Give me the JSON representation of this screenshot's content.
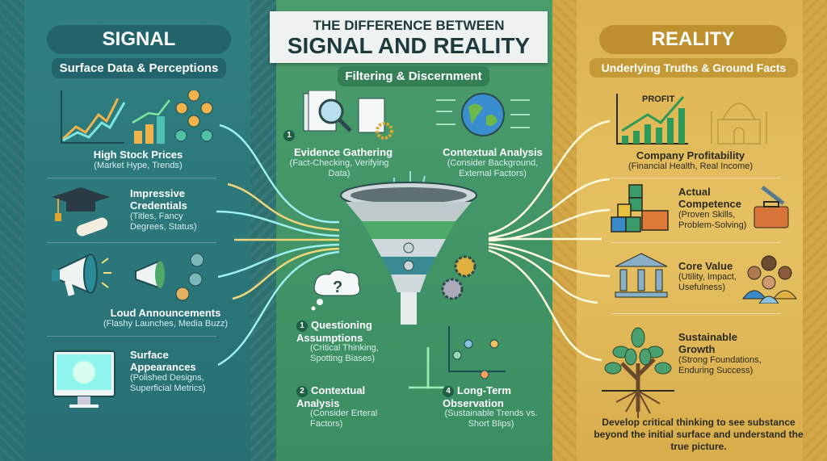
{
  "title": {
    "line1": "THE DIFFERENCE BETWEEN",
    "line2": "SIGNAL AND REALITY"
  },
  "signal": {
    "heading": "SIGNAL",
    "subheading": "Surface Data & Perceptions",
    "items": [
      {
        "title": "High Stock Prices",
        "subtitle": "(Market Hype, Trends)",
        "icon": "stock-chart-icon"
      },
      {
        "title": "Impressive Credentials",
        "subtitle": "(Titles, Fancy Degrees, Status)",
        "icon": "graduation-cap-icon"
      },
      {
        "title": "Loud Announcements",
        "subtitle": "(Flashy Launches, Media Buzz)",
        "icon": "megaphone-icon"
      },
      {
        "title": "Surface Appearances",
        "subtitle": "(Polished Designs, Superficial Metrics)",
        "icon": "monitor-icon"
      }
    ]
  },
  "filter": {
    "subheading": "Filtering & Discernment",
    "steps": [
      {
        "num": "1",
        "title": "Evidence Gathering",
        "subtitle": "(Fact-Checking, Verifying Data)"
      },
      {
        "num": "",
        "title": "Contextual Analysis",
        "subtitle": "(Consider Background, External Factors)"
      },
      {
        "num": "1",
        "title": "Questioning Assumptions",
        "subtitle": "(Critical Thinking, Spotting Biases)"
      },
      {
        "num": "2",
        "title": "Contextual Analysis",
        "subtitle": "(Consider Erteral Factors)"
      },
      {
        "num": "4",
        "title": "Long-Term Observation",
        "subtitle": "(Sustainable Trends vs. Short Blips)"
      }
    ]
  },
  "reality": {
    "heading": "REALITY",
    "subheading": "Underlying Truths & Ground Facts",
    "profit_label": "PROFIT",
    "items": [
      {
        "title": "Company Profitability",
        "subtitle": "(Financial Health, Real Income)"
      },
      {
        "title": "Actual Competence",
        "subtitle": "(Proven Skills, Problem-Solving)"
      },
      {
        "title": "Core Value",
        "subtitle": "(Utility, Impact, Usefulness)"
      },
      {
        "title": "Sustainable Growth",
        "subtitle": "(Strong Foundations, Enduring Success)"
      }
    ],
    "conclusion": "Develop critical thinking to see substance beyond the initial surface and understand the true picture."
  },
  "colors": {
    "signal": "#2f7f80",
    "filter": "#4a9c6c",
    "reality": "#dcb24e"
  }
}
